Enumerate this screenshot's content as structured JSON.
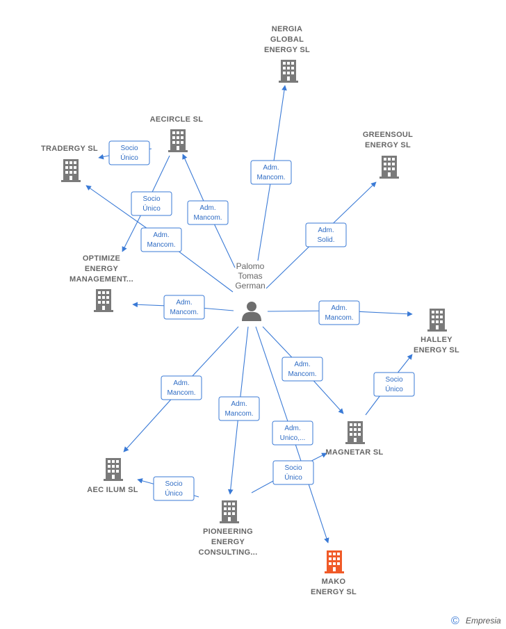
{
  "colors": {
    "edge": "#3a7ad6",
    "building": "#7a7a7a",
    "building_highlight": "#f05a28",
    "person": "#6e6e6e"
  },
  "person": {
    "name_lines": [
      "Palomo",
      "Tomas",
      "German"
    ],
    "icon": "person-icon"
  },
  "companies": [
    {
      "id": "nergia",
      "lines": [
        "NERGIA",
        "GLOBAL",
        "ENERGY  SL"
      ],
      "icon": "building-icon",
      "highlight": false
    },
    {
      "id": "aecircle",
      "lines": [
        "AECIRCLE  SL"
      ],
      "icon": "building-icon",
      "highlight": false
    },
    {
      "id": "tradergy",
      "lines": [
        "TRADERGY  SL"
      ],
      "icon": "building-icon",
      "highlight": false
    },
    {
      "id": "greensoul",
      "lines": [
        "GREENSOUL",
        "ENERGY  SL"
      ],
      "icon": "building-icon",
      "highlight": false
    },
    {
      "id": "optimize",
      "lines": [
        "OPTIMIZE",
        "ENERGY",
        "MANAGEMENT..."
      ],
      "icon": "building-icon",
      "highlight": false
    },
    {
      "id": "halley",
      "lines": [
        "HALLEY",
        "ENERGY  SL"
      ],
      "icon": "building-icon",
      "highlight": false
    },
    {
      "id": "magnetar",
      "lines": [
        "MAGNETAR  SL"
      ],
      "icon": "building-icon",
      "highlight": false
    },
    {
      "id": "aecilum",
      "lines": [
        "AEC ILUM  SL"
      ],
      "icon": "building-icon",
      "highlight": false
    },
    {
      "id": "pioneering",
      "lines": [
        "PIONEERING",
        "ENERGY",
        "CONSULTING..."
      ],
      "icon": "building-icon",
      "highlight": false
    },
    {
      "id": "mako",
      "lines": [
        "MAKO",
        "ENERGY  SL"
      ],
      "icon": "building-icon",
      "highlight": true
    }
  ],
  "edges": [
    {
      "id": "p-nergia",
      "lines": [
        "Adm.",
        "Mancom."
      ]
    },
    {
      "id": "p-aecircle",
      "lines": [
        "Adm.",
        "Mancom."
      ]
    },
    {
      "id": "p-tradergy",
      "lines": [
        "Adm.",
        "Mancom."
      ]
    },
    {
      "id": "p-greensoul",
      "lines": [
        "Adm.",
        "Solid."
      ]
    },
    {
      "id": "p-optimize",
      "lines": [
        "Adm.",
        "Mancom."
      ]
    },
    {
      "id": "p-halley",
      "lines": [
        "Adm.",
        "Mancom."
      ]
    },
    {
      "id": "p-magnetar",
      "lines": [
        "Adm.",
        "Mancom."
      ]
    },
    {
      "id": "p-aecilum",
      "lines": [
        "Adm.",
        "Mancom."
      ]
    },
    {
      "id": "p-pioneering",
      "lines": [
        "Adm.",
        "Mancom."
      ]
    },
    {
      "id": "p-mako",
      "lines": [
        "Adm.",
        "Unico,..."
      ]
    },
    {
      "id": "aecircle-tradergy",
      "lines": [
        "Socio",
        "Único"
      ]
    },
    {
      "id": "aecircle-optimize",
      "lines": [
        "Socio",
        "Único"
      ]
    },
    {
      "id": "magnetar-halley",
      "lines": [
        "Socio",
        "Único"
      ]
    },
    {
      "id": "pioneering-aecilum",
      "lines": [
        "Socio",
        "Único"
      ]
    },
    {
      "id": "pioneering-magnetar",
      "lines": [
        "Socio",
        "Único"
      ]
    }
  ],
  "footer": {
    "copyright_symbol": "©",
    "brand": "Empresia"
  }
}
